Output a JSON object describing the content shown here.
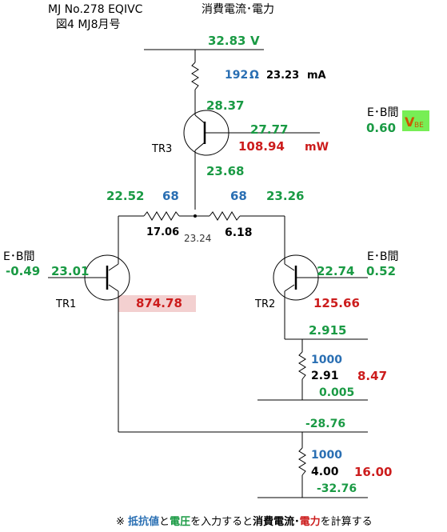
{
  "header": {
    "line1_left": "MJ  No.278 EQIVC",
    "line1_right": "消費電流･電力",
    "line2": "図4   MJ8月号"
  },
  "supply": {
    "top_voltage": "32.83",
    "top_unit": "V",
    "resistor": "192",
    "resistor_unit": "Ω",
    "current": "23.23",
    "current_unit": "mA"
  },
  "tr3": {
    "label": "TR3",
    "emitter_v": "28.37",
    "base_v": "27.77",
    "collector_v": "23.68",
    "power": "108.94",
    "power_unit": "mW",
    "eb_label": "E･B間",
    "eb_value": "0.60",
    "vbe_main": "V",
    "vbe_sub": "BE"
  },
  "emitter_net": {
    "left_v": "22.52",
    "left_r": "68",
    "right_r": "68",
    "right_v": "23.26",
    "left_drop": "17.06",
    "mid_v": "23.24",
    "right_drop": "6.18"
  },
  "tr1": {
    "label": "TR1",
    "eb_label": "E･B間",
    "eb_value": "-0.49",
    "base_v": "23.01",
    "power": "874.78"
  },
  "tr2": {
    "label": "TR2",
    "eb_label": "E･B間",
    "eb_value": "0.52",
    "base_v": "22.74",
    "power": "125.66"
  },
  "load_upper": {
    "top_v": "2.915",
    "resistor": "1000",
    "drop": "2.91",
    "power": "8.47",
    "bottom_v": "0.005"
  },
  "load_lower": {
    "top_v": "-28.76",
    "resistor": "1000",
    "drop": "4.00",
    "power": "16.00",
    "bottom_v": "-32.76"
  },
  "footer": {
    "prefix": "※ ",
    "w1": "抵抗値",
    "w2": "と",
    "w3": "電圧",
    "w4": "を入力すると",
    "w5": "消費電流･",
    "w6": "電力",
    "w7": "を計算する"
  },
  "colors": {
    "value_green": "#1a9a44",
    "resistor_blue": "#2a6fb3",
    "power_red": "#cc1c1c",
    "vbe_bg": "#77ee55",
    "highlight_bg": "#f3d0d0"
  }
}
